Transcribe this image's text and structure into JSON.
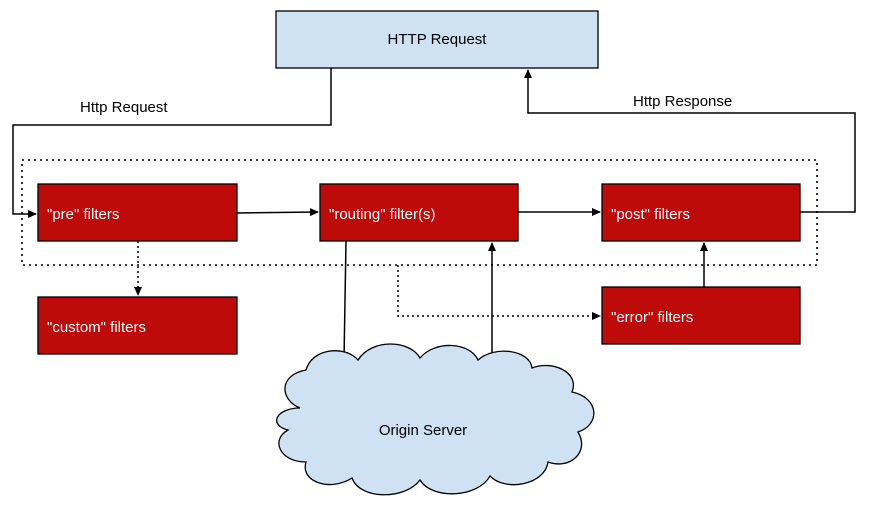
{
  "nodes": {
    "http_request": {
      "label": "HTTP Request"
    },
    "pre": {
      "label": "\"pre\" filters"
    },
    "routing": {
      "label": "\"routing\" filter(s)"
    },
    "post": {
      "label": "\"post\" filters"
    },
    "custom": {
      "label": "\"custom\" filters"
    },
    "error": {
      "label": "\"error\" filters"
    },
    "origin": {
      "label": "Origin Server"
    }
  },
  "edges": {
    "request_label": "Http Request",
    "response_label": "Http Response"
  },
  "colors": {
    "filter_fill": "#bf0a0a",
    "filter_text": "#ffffff",
    "request_fill": "#cfe2f3",
    "cloud_fill": "#cfe2f3",
    "line": "#000000"
  }
}
